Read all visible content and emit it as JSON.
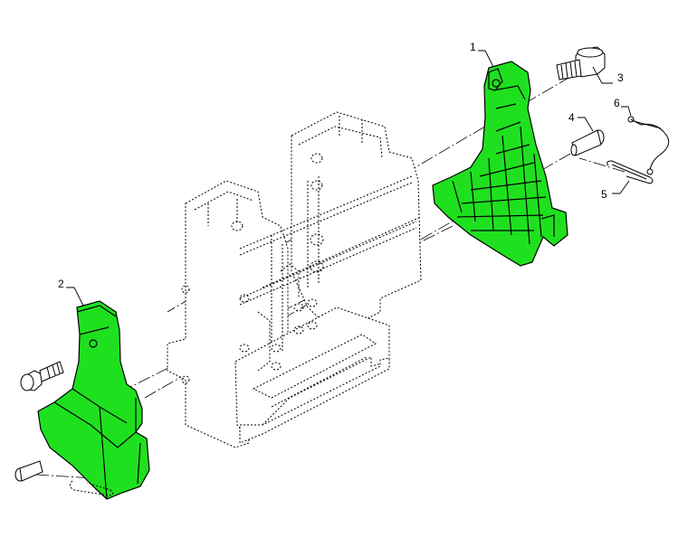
{
  "diagram": {
    "callouts": [
      {
        "id": "1",
        "label": "1"
      },
      {
        "id": "2",
        "label": "2"
      },
      {
        "id": "3",
        "label": "3"
      },
      {
        "id": "4",
        "label": "4"
      },
      {
        "id": "5",
        "label": "5"
      },
      {
        "id": "6",
        "label": "6"
      }
    ],
    "colors": {
      "highlight": "#1fe01f",
      "line": "#000000",
      "background": "#ffffff"
    }
  }
}
